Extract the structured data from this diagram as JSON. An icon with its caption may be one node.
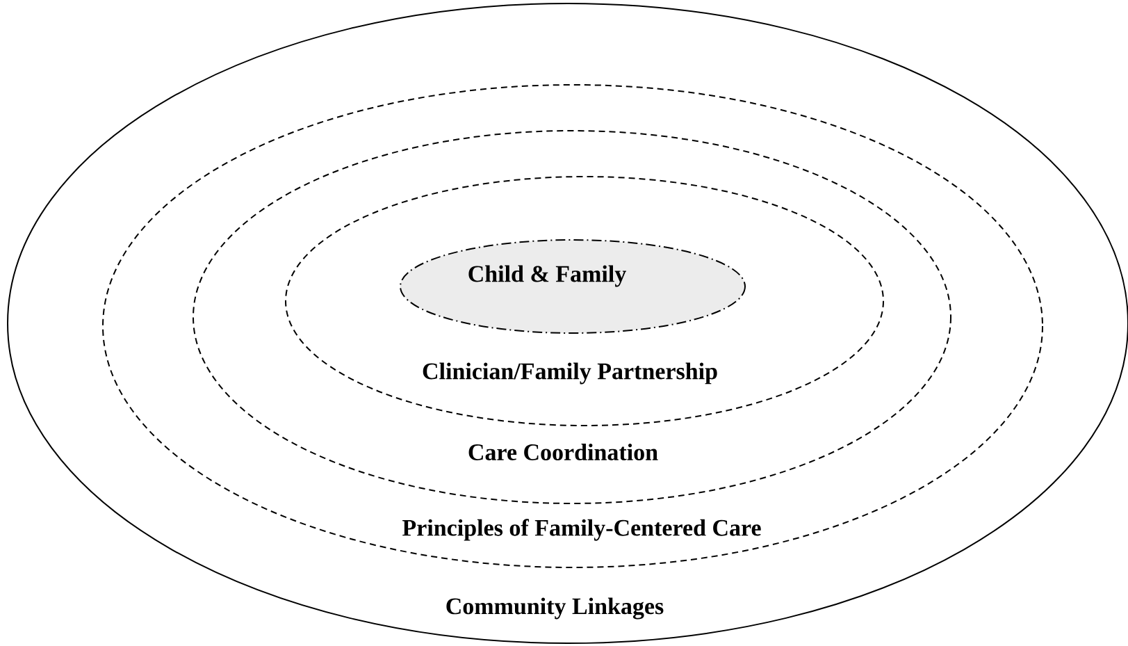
{
  "diagram": {
    "nodes": [
      {
        "text": [
          "Community Linkages"
        ]
      },
      {
        "text": [
          "Principles of Family-Centered Care"
        ],
        "in": 0
      },
      {
        "text": [
          "Care Coordination"
        ],
        "in": 1
      },
      {
        "text": [
          "Clinician/Family Partnership"
        ],
        "in": 2
      },
      {
        "text": [
          "Child & Family"
        ],
        "in": 3
      }
    ]
  }
}
